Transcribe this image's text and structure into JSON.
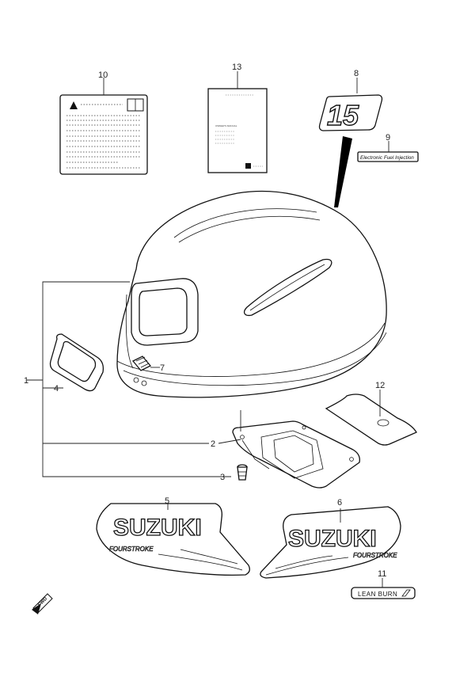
{
  "callouts": {
    "c1": "1",
    "c2": "2",
    "c3": "3",
    "c4": "4",
    "c5": "5",
    "c6": "6",
    "c7": "7",
    "c8": "8",
    "c9": "9",
    "c10": "10",
    "c11": "11",
    "c12": "12",
    "c13": "13"
  },
  "decals": {
    "model_number": "15",
    "efi_label": "Electronic Fuel Injection",
    "brand_left": "SUZUKI",
    "brand_right": "SUZUKI",
    "stroke_left": "FOURSTROKE",
    "stroke_right": "FOURSTROKE",
    "lean_burn": "LEAN BURN"
  },
  "manual": {
    "title": "OWNER'S MANUAL"
  },
  "fwd_marker": "FWD",
  "colors": {
    "line": "#111111",
    "background": "#ffffff",
    "shading": "#000000"
  }
}
